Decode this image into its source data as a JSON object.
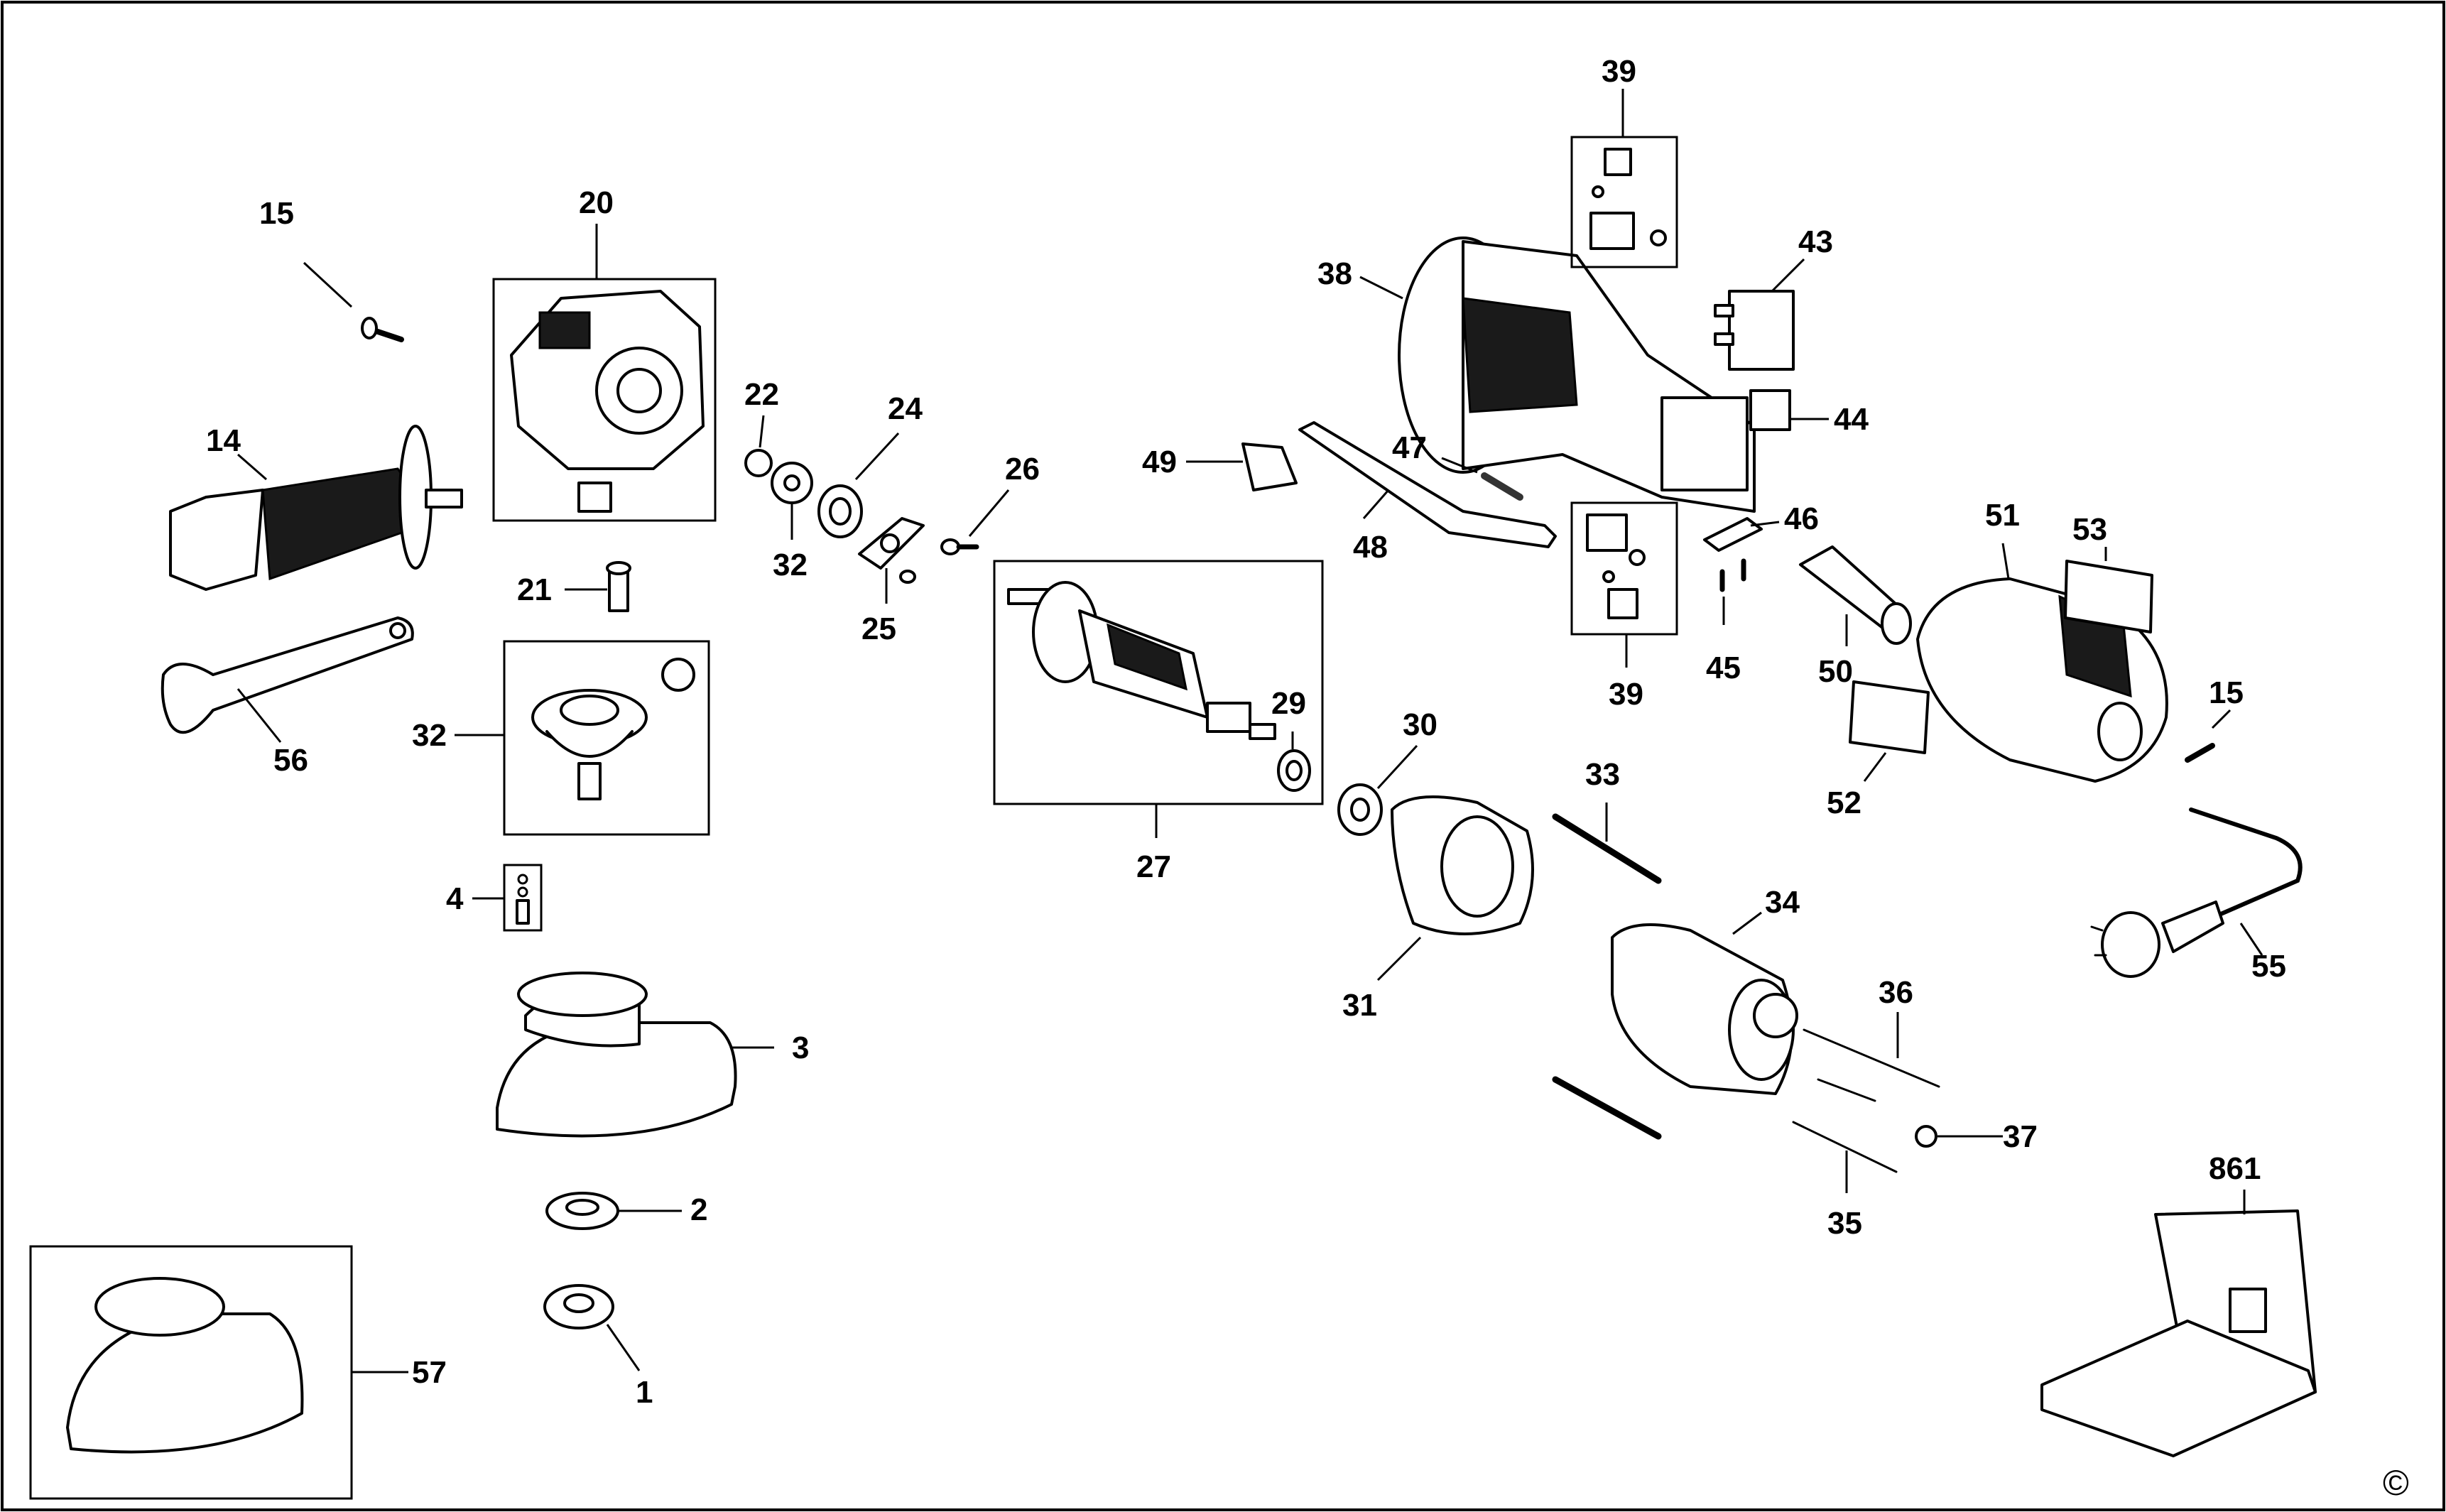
{
  "diagram": {
    "labels": {
      "p1": "1",
      "p2": "2",
      "p3": "3",
      "p4": "4",
      "p14": "14",
      "p15a": "15",
      "p15b": "15",
      "p20": "20",
      "p21": "21",
      "p22": "22",
      "p24": "24",
      "p25": "25",
      "p26": "26",
      "p27": "27",
      "p29": "29",
      "p30": "30",
      "p31": "31",
      "p32a": "32",
      "p32b": "32",
      "p33": "33",
      "p34": "34",
      "p35": "35",
      "p36": "36",
      "p37": "37",
      "p38": "38",
      "p39a": "39",
      "p39b": "39",
      "p43": "43",
      "p44": "44",
      "p45": "45",
      "p46": "46",
      "p47": "47",
      "p48": "48",
      "p49": "49",
      "p50": "50",
      "p51": "51",
      "p52": "52",
      "p53": "53",
      "p55": "55",
      "p56": "56",
      "p57": "57",
      "p861": "861"
    },
    "copyright_symbol": "©"
  }
}
